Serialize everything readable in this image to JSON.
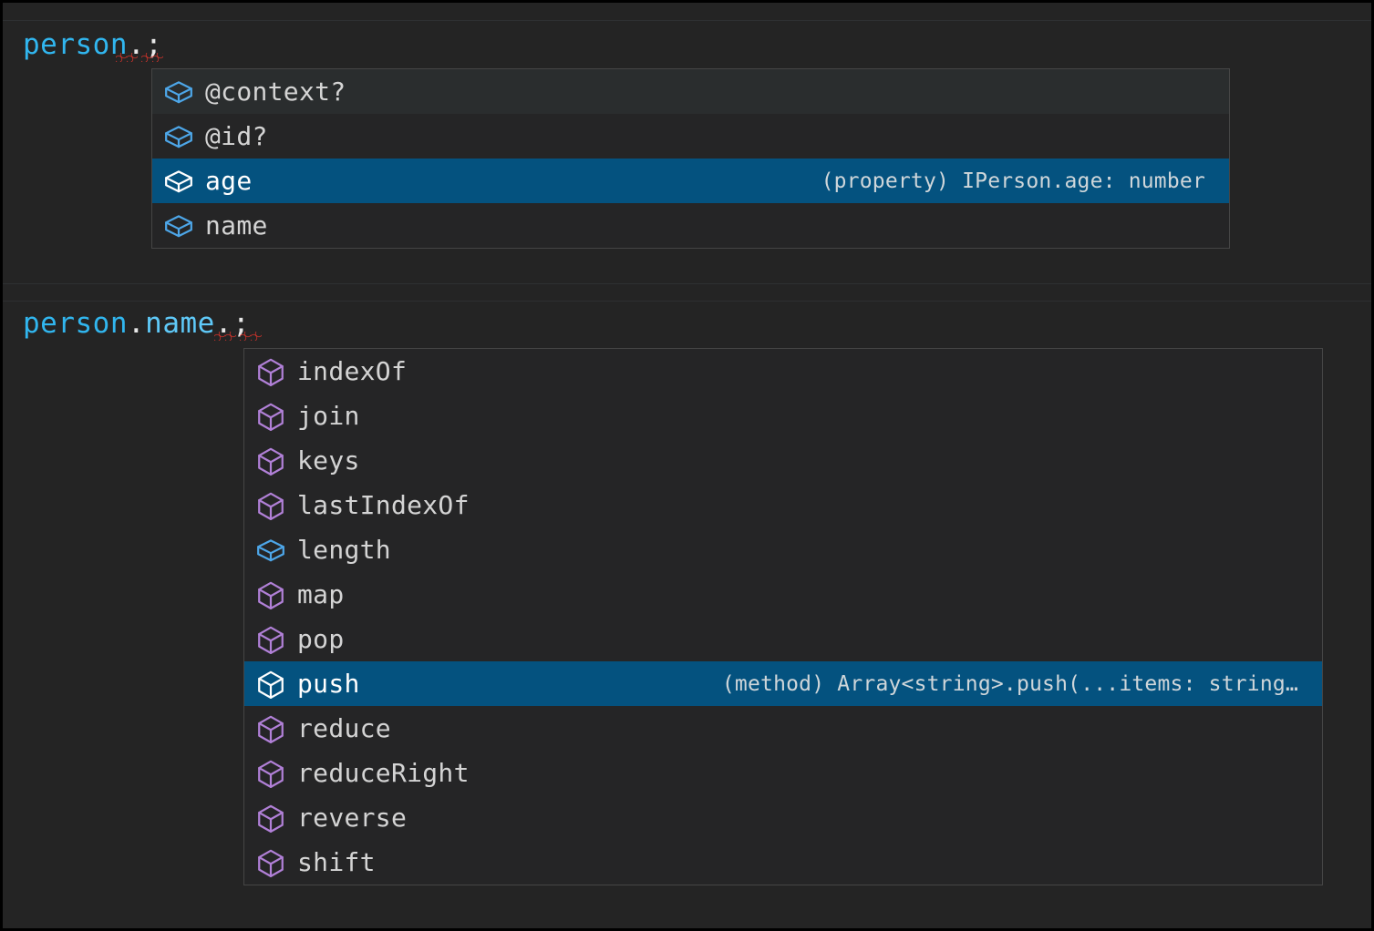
{
  "editor": {
    "background": "#242424",
    "lines": [
      {
        "id": "line-1",
        "segments": [
          {
            "text": "person",
            "kind": "variable"
          },
          {
            "text": ".",
            "kind": "punctuation"
          },
          {
            "text": ";",
            "kind": "punctuation"
          }
        ],
        "full_text": "person.;"
      },
      {
        "id": "line-2",
        "segments": [
          {
            "text": "person",
            "kind": "variable"
          },
          {
            "text": ".",
            "kind": "punctuation"
          },
          {
            "text": "name",
            "kind": "property"
          },
          {
            "text": ".",
            "kind": "punctuation"
          },
          {
            "text": ";",
            "kind": "punctuation"
          }
        ],
        "full_text": "person.name.;"
      }
    ],
    "colors": {
      "variable": "#31b6ef",
      "property": "#5fc9f8",
      "punctuation": "#e8e8e8",
      "error_squiggle": "#e5342b",
      "selection": "#04527f",
      "widget_background": "#252526",
      "widget_border": "#454545",
      "row_hover": "#2a2d2e"
    }
  },
  "suggest_widgets": [
    {
      "id": "suggest-widget-person",
      "anchor_line": "person.;",
      "items": [
        {
          "label": "@context?",
          "icon": "property-cube-icon",
          "icon_color": "#4da6e8",
          "detail": "",
          "state": "hover"
        },
        {
          "label": "@id?",
          "icon": "property-cube-icon",
          "icon_color": "#4da6e8",
          "detail": "",
          "state": "normal"
        },
        {
          "label": "age",
          "icon": "property-cube-icon",
          "icon_color": "#ffffff",
          "detail": "(property) IPerson.age: number",
          "state": "focused"
        },
        {
          "label": "name",
          "icon": "property-cube-icon",
          "icon_color": "#4da6e8",
          "detail": "",
          "state": "normal"
        }
      ]
    },
    {
      "id": "suggest-widget-person-name",
      "anchor_line": "person.name.;",
      "items": [
        {
          "label": "indexOf",
          "icon": "method-cube-icon",
          "icon_color": "#b180d7",
          "detail": "",
          "state": "normal"
        },
        {
          "label": "join",
          "icon": "method-cube-icon",
          "icon_color": "#b180d7",
          "detail": "",
          "state": "normal"
        },
        {
          "label": "keys",
          "icon": "method-cube-icon",
          "icon_color": "#b180d7",
          "detail": "",
          "state": "normal"
        },
        {
          "label": "lastIndexOf",
          "icon": "method-cube-icon",
          "icon_color": "#b180d7",
          "detail": "",
          "state": "normal"
        },
        {
          "label": "length",
          "icon": "property-cube-icon",
          "icon_color": "#4da6e8",
          "detail": "",
          "state": "normal"
        },
        {
          "label": "map",
          "icon": "method-cube-icon",
          "icon_color": "#b180d7",
          "detail": "",
          "state": "normal"
        },
        {
          "label": "pop",
          "icon": "method-cube-icon",
          "icon_color": "#b180d7",
          "detail": "",
          "state": "normal"
        },
        {
          "label": "push",
          "icon": "method-cube-icon",
          "icon_color": "#ffffff",
          "detail": "(method) Array<string>.push(...items: string…",
          "state": "focused"
        },
        {
          "label": "reduce",
          "icon": "method-cube-icon",
          "icon_color": "#b180d7",
          "detail": "",
          "state": "normal"
        },
        {
          "label": "reduceRight",
          "icon": "method-cube-icon",
          "icon_color": "#b180d7",
          "detail": "",
          "state": "normal"
        },
        {
          "label": "reverse",
          "icon": "method-cube-icon",
          "icon_color": "#b180d7",
          "detail": "",
          "state": "normal"
        },
        {
          "label": "shift",
          "icon": "method-cube-icon",
          "icon_color": "#b180d7",
          "detail": "",
          "state": "normal"
        }
      ]
    }
  ]
}
